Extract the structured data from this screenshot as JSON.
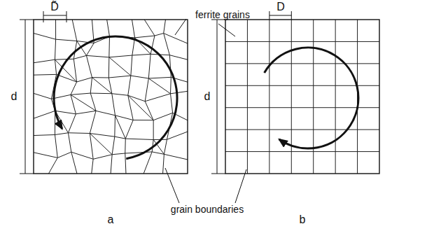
{
  "diagram": {
    "labels": [
      "D̃",
      "ferrite grains",
      "d",
      "D",
      "d",
      "grain boundaries",
      "a",
      "b"
    ]
  }
}
